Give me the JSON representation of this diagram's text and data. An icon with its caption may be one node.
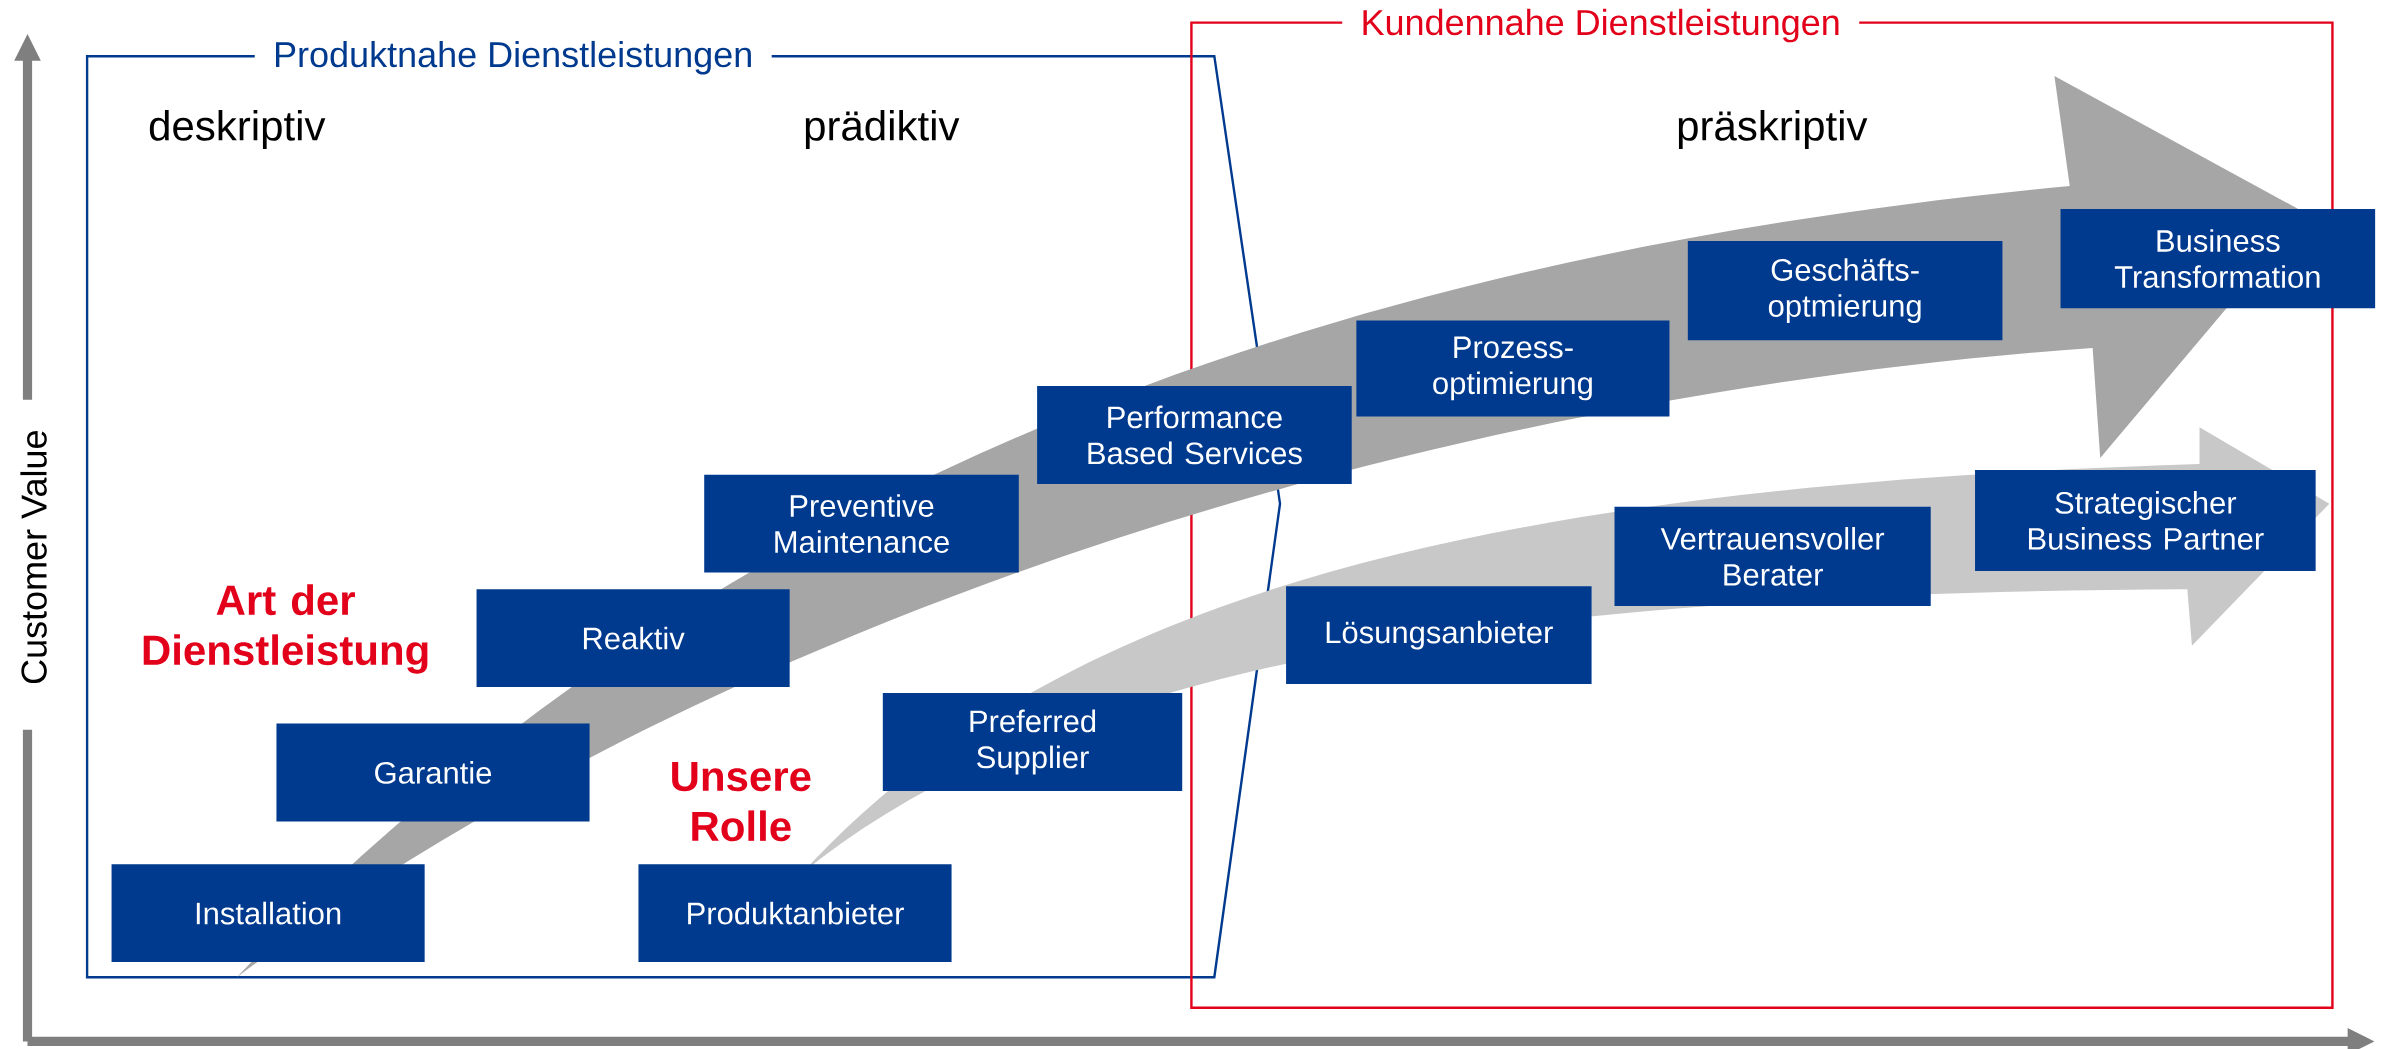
{
  "diagram": {
    "nodes": [
      {
        "text": [
          "Produktnahe Dienstleistungen"
        ]
      },
      {
        "text": [
          "Kundennahe Dienstleistungen"
        ]
      },
      {
        "text": [
          "Installation"
        ],
        "in": 0
      },
      {
        "text": [
          "Garantie"
        ],
        "in": 0
      },
      {
        "text": [
          "Reaktiv"
        ],
        "in": 0
      },
      {
        "text": [
          "Preventive Maintenance"
        ],
        "in": 0
      },
      {
        "text": [
          "Performance Based Services"
        ]
      },
      {
        "text": [
          "Prozess- optimierung"
        ],
        "in": 1
      },
      {
        "text": [
          "Geschäfts- optmierung"
        ],
        "in": 1
      },
      {
        "text": [
          "Business Transformation"
        ]
      },
      {
        "text": [
          "Produktanbieter"
        ],
        "in": 0
      },
      {
        "text": [
          "Preferred Supplier"
        ],
        "in": 0
      },
      {
        "text": [
          "Lösungsanbieter"
        ],
        "in": 1
      },
      {
        "text": [
          "Vertrauensvoller Berater"
        ],
        "in": 1
      },
      {
        "text": [
          "Strategischer Business Partner"
        ],
        "in": 1
      }
    ],
    "labels": [
      "deskriptiv",
      "prädiktiv",
      "präskriptiv",
      "Art der Dienstleistung",
      "Unsere Rolle",
      "Customer Value"
    ]
  }
}
